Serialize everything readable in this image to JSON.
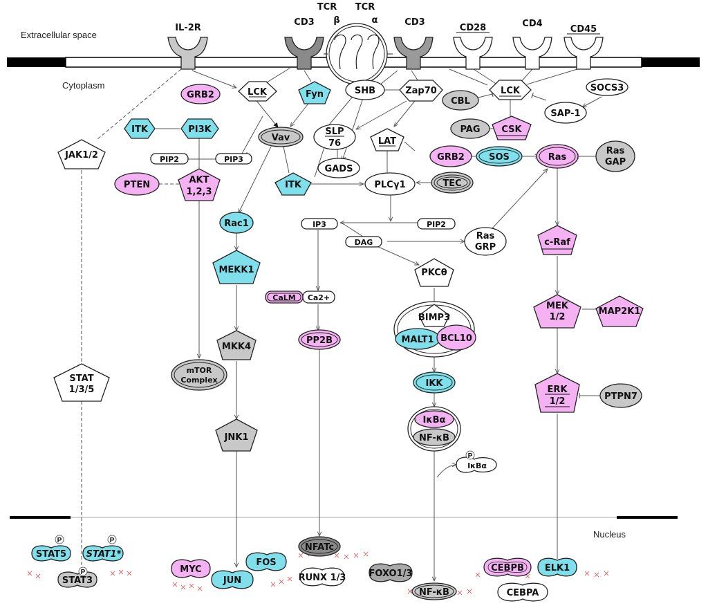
{
  "regions": {
    "extracellular": "Extracellular space",
    "cytoplasm": "Cytoplasm",
    "nucleus": "Nucleus"
  },
  "colors": {
    "cyan": "#7fe0ec",
    "pink": "#f4b2f2",
    "grey": "#c8c8c8",
    "white": "#ffffff"
  },
  "receptors": {
    "il2r": "IL-2R",
    "cd3_left": "CD3",
    "tcr_beta_top": "TCR",
    "tcr_beta_sym": "β",
    "tcr_alpha_top": "TCR",
    "tcr_alpha_sym": "α",
    "cd3_right": "CD3",
    "cd28": "CD28",
    "cd4": "CD4",
    "cd45": "CD45"
  },
  "nodes": {
    "grb2_a": "GRB2",
    "lck_a": "LCK",
    "fyn": "Fyn",
    "shb": "SHB",
    "zap70": "Zap70",
    "cbl": "CBL",
    "lck_b": "LCK",
    "socs3": "SOCS3",
    "sap1": "SAP-1",
    "pag": "PAG",
    "csk": "CSK",
    "itk_a": "ITK",
    "pi3k": "PI3K",
    "vav": "Vav",
    "slp76_1": "SLP",
    "slp76_2": "76",
    "lat": "LAT",
    "jak": "JAK1/2",
    "pip2_a": "PIP2",
    "pip3": "PIP3",
    "gads": "GADS",
    "grb2_b": "GRB2",
    "sos": "SOS",
    "ras": "Ras",
    "rasgap_1": "Ras",
    "rasgap_2": "GAP",
    "pten": "PTEN",
    "akt_1": "AKT",
    "akt_2": "1,2,3",
    "itk_b": "ITK",
    "plcg1": "PLCγ1",
    "tec": "TEC",
    "rac1": "Rac1",
    "ip3": "IP3",
    "pip2_b": "PIP2",
    "dag": "DAG",
    "rasgrp_1": "Ras",
    "rasgrp_2": "GRP",
    "craf": "c-Raf",
    "mekk1": "MEKK1",
    "pkc": "PKCθ",
    "calm": "CaLM",
    "ca2": "Ca2+",
    "mek_1": "MEK",
    "mek_2": "1/2",
    "map2k1": "MAP2K1",
    "bimp3": "BIMP3",
    "malt1": "MALT1",
    "bcl10": "BCL10",
    "mkk4": "MKK4",
    "pp2b": "PP2B",
    "stat_1": "STAT",
    "stat_2": "1/3/5",
    "mtor_1": "mTOR",
    "mtor_2": "Complex",
    "ikk": "IKK",
    "erk_1": "ERK",
    "erk_2": "1/2",
    "ptpn7": "PTPN7",
    "ikba_a": "IκBα",
    "nfkb_a": "NF-κB",
    "jnk1": "JNK1",
    "ikba_p": "IκBα",
    "p_mark": "P",
    "stat5": "STAT5",
    "stat1": "STAT1*",
    "stat3": "STAT3",
    "nfatc": "NFATc",
    "myc": "MYC",
    "fos": "FOS",
    "jun": "JUN",
    "runx": "RUNX 1/3",
    "foxo": "FOXO1/3",
    "nfkb_b": "NF-κB",
    "cebpb": "CEBPB",
    "elk1": "ELK1",
    "cebpa": "CEBPA"
  }
}
